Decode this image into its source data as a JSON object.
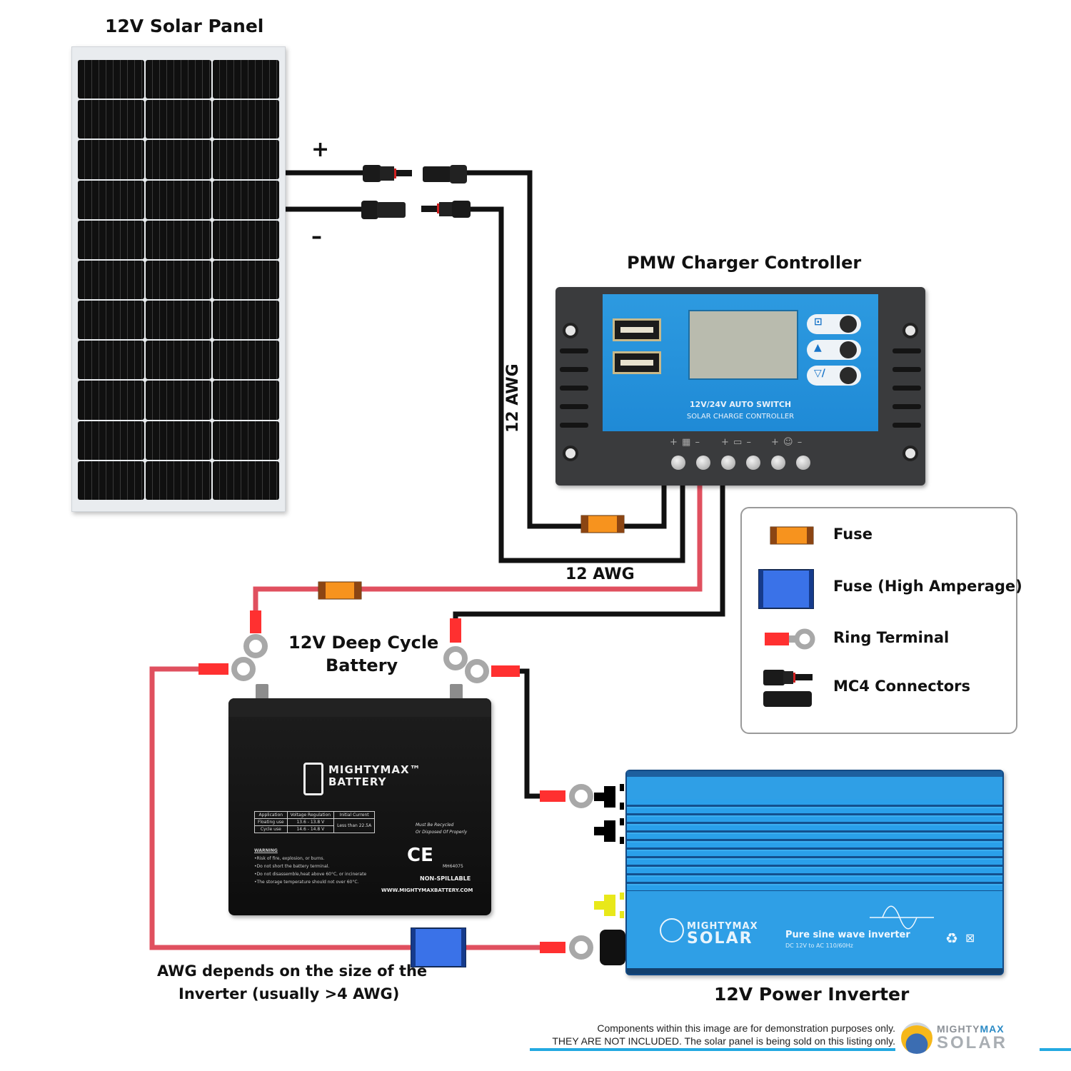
{
  "labels": {
    "solar_panel": "12V Solar Panel",
    "plus": "+",
    "minus": "–",
    "controller": "PMW Charger Controller",
    "awg_vertical": "12 AWG",
    "awg_horizontal": "12 AWG",
    "battery_line1": "12V Deep Cycle",
    "battery_line2": "Battery",
    "awg_note_line1": "AWG depends on the size of the",
    "awg_note_line2": "Inverter (usually >4 AWG)",
    "inverter": "12V Power Inverter"
  },
  "controller": {
    "line1": "12V/24V AUTO SWITCH",
    "line2": "SOLAR CHARGE CONTROLLER",
    "buttons": [
      {
        "icon": "battery-mode-icon",
        "symbol": "⊡"
      },
      {
        "icon": "up-plus-icon",
        "symbol": "▲"
      },
      {
        "icon": "down-light-icon",
        "symbol": "▽/"
      }
    ],
    "terminal_groups": [
      "+ ▦ –",
      "+ ▭ –",
      "+ ☺ –"
    ],
    "terminal_count": 6
  },
  "legend": {
    "items": [
      {
        "icon": "fuse-icon",
        "label": "Fuse"
      },
      {
        "icon": "high-amp-fuse-icon",
        "label": "Fuse (High Amperage)"
      },
      {
        "icon": "ring-terminal-icon",
        "label": "Ring Terminal"
      },
      {
        "icon": "mc4-connector-icon",
        "label": "MC4 Connectors"
      }
    ]
  },
  "battery": {
    "brand_line1": "MIGHTYMAX™",
    "brand_line2": "BATTERY",
    "table": {
      "headers": [
        "Application",
        "Voltage Regulation",
        "Initial Current"
      ],
      "rows": [
        [
          "Floating use",
          "13.6 - 13.8 V",
          "Less than 22.5A"
        ],
        [
          "Cycle use",
          "14.6 - 14.8 V",
          ""
        ]
      ]
    },
    "warning_title": "WARNING",
    "warnings": [
      "•Risk of fire, explosion, or burns.",
      "•Do not short the battery terminal.",
      "•Do not disassemble,heat above 60°C, or incinerate",
      "•The storage temperature should not over 60°C."
    ],
    "recycle_line1": "Must Be Recycled",
    "recycle_line2": "Or Disposed Of Properly",
    "cert": "CE",
    "cert_code": "MH64075",
    "non_spillable": "NON-SPILLABLE",
    "website": "WWW.MIGHTYMAXBATTERY.COM"
  },
  "inverter": {
    "brand_line1": "MIGHTYMAX",
    "brand_line2": "SOLAR",
    "product": "Pure sine wave inverter",
    "spec": "DC 12V to AC 110/60Hz"
  },
  "footer": {
    "line1": "Components within this image are for demonstration purposes only.",
    "line2": "THEY ARE NOT INCLUDED. The solar panel is being sold on this listing only.",
    "logo_top_grey": "MIGHTY",
    "logo_top_blue": "MAX",
    "logo_bottom": "SOLAR"
  },
  "colors": {
    "wire_black": "#111111",
    "wire_red": "#e0505f",
    "fuse_orange": "#f7931e",
    "fuse_blue": "#3a72e8",
    "terminal_red": "#ff3030",
    "ring_grey": "#a8a8a8",
    "accent_blue": "#23a9e1"
  }
}
